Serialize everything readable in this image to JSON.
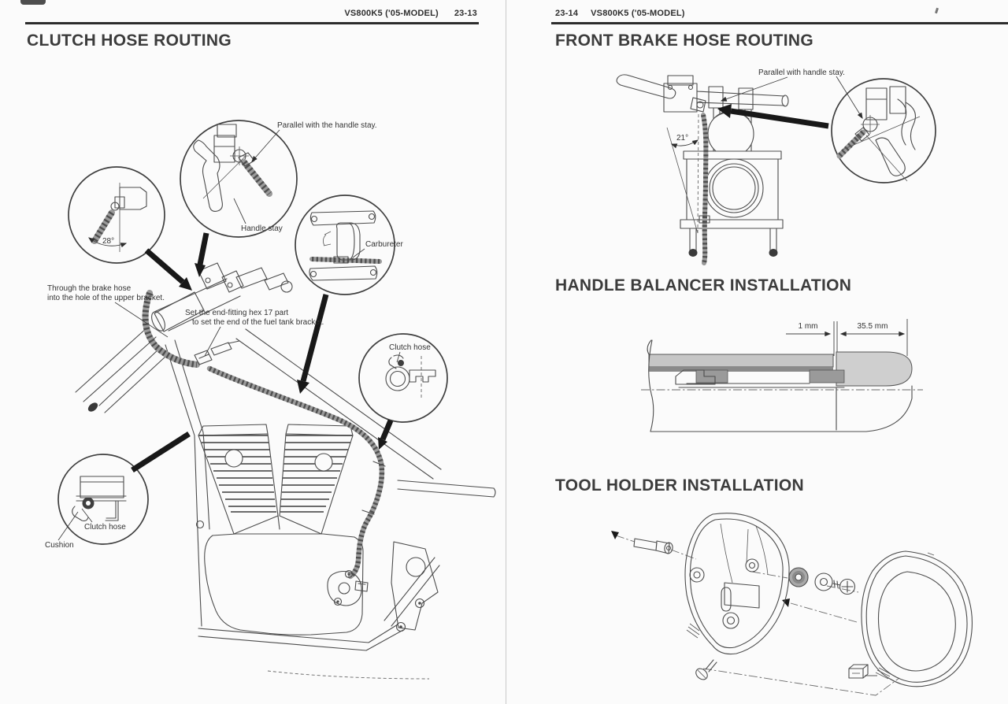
{
  "left_page": {
    "header": {
      "model": "VS800K5 ('05-MODEL)",
      "page_number": "23-13"
    },
    "title": "CLUTCH HOSE ROUTING",
    "callouts": {
      "parallel_with_handle_stay": "Parallel with the handle stay.",
      "handle_stay": "Handle stay",
      "carbureter": "Carbureter",
      "angle_28": "28°",
      "through_brake_hose_line1": "Through the brake hose",
      "through_brake_hose_line2": "into the hole of the upper bracket.",
      "end_fitting_line1": "Set the end-fitting hex 17 part",
      "end_fitting_line2": "to set the end of the fuel tank bracket.",
      "clutch_hose_clamp": "Clutch hose",
      "clutch_hose_cushion": "Clutch hose",
      "cushion": "Cushion"
    }
  },
  "right_page": {
    "header": {
      "page_number": "23-14",
      "model": "VS800K5 ('05-MODEL)"
    },
    "sections": {
      "front_brake": {
        "title": "FRONT BRAKE HOSE ROUTING",
        "callouts": {
          "parallel_with_handle_stay": "Parallel with handle stay.",
          "angle_21": "21°"
        }
      },
      "handle_balancer": {
        "title": "HANDLE BALANCER INSTALLATION",
        "dimensions": {
          "gap": "1 mm",
          "depth": "35.5 mm"
        }
      },
      "tool_holder": {
        "title": "TOOL HOLDER INSTALLATION"
      }
    }
  }
}
